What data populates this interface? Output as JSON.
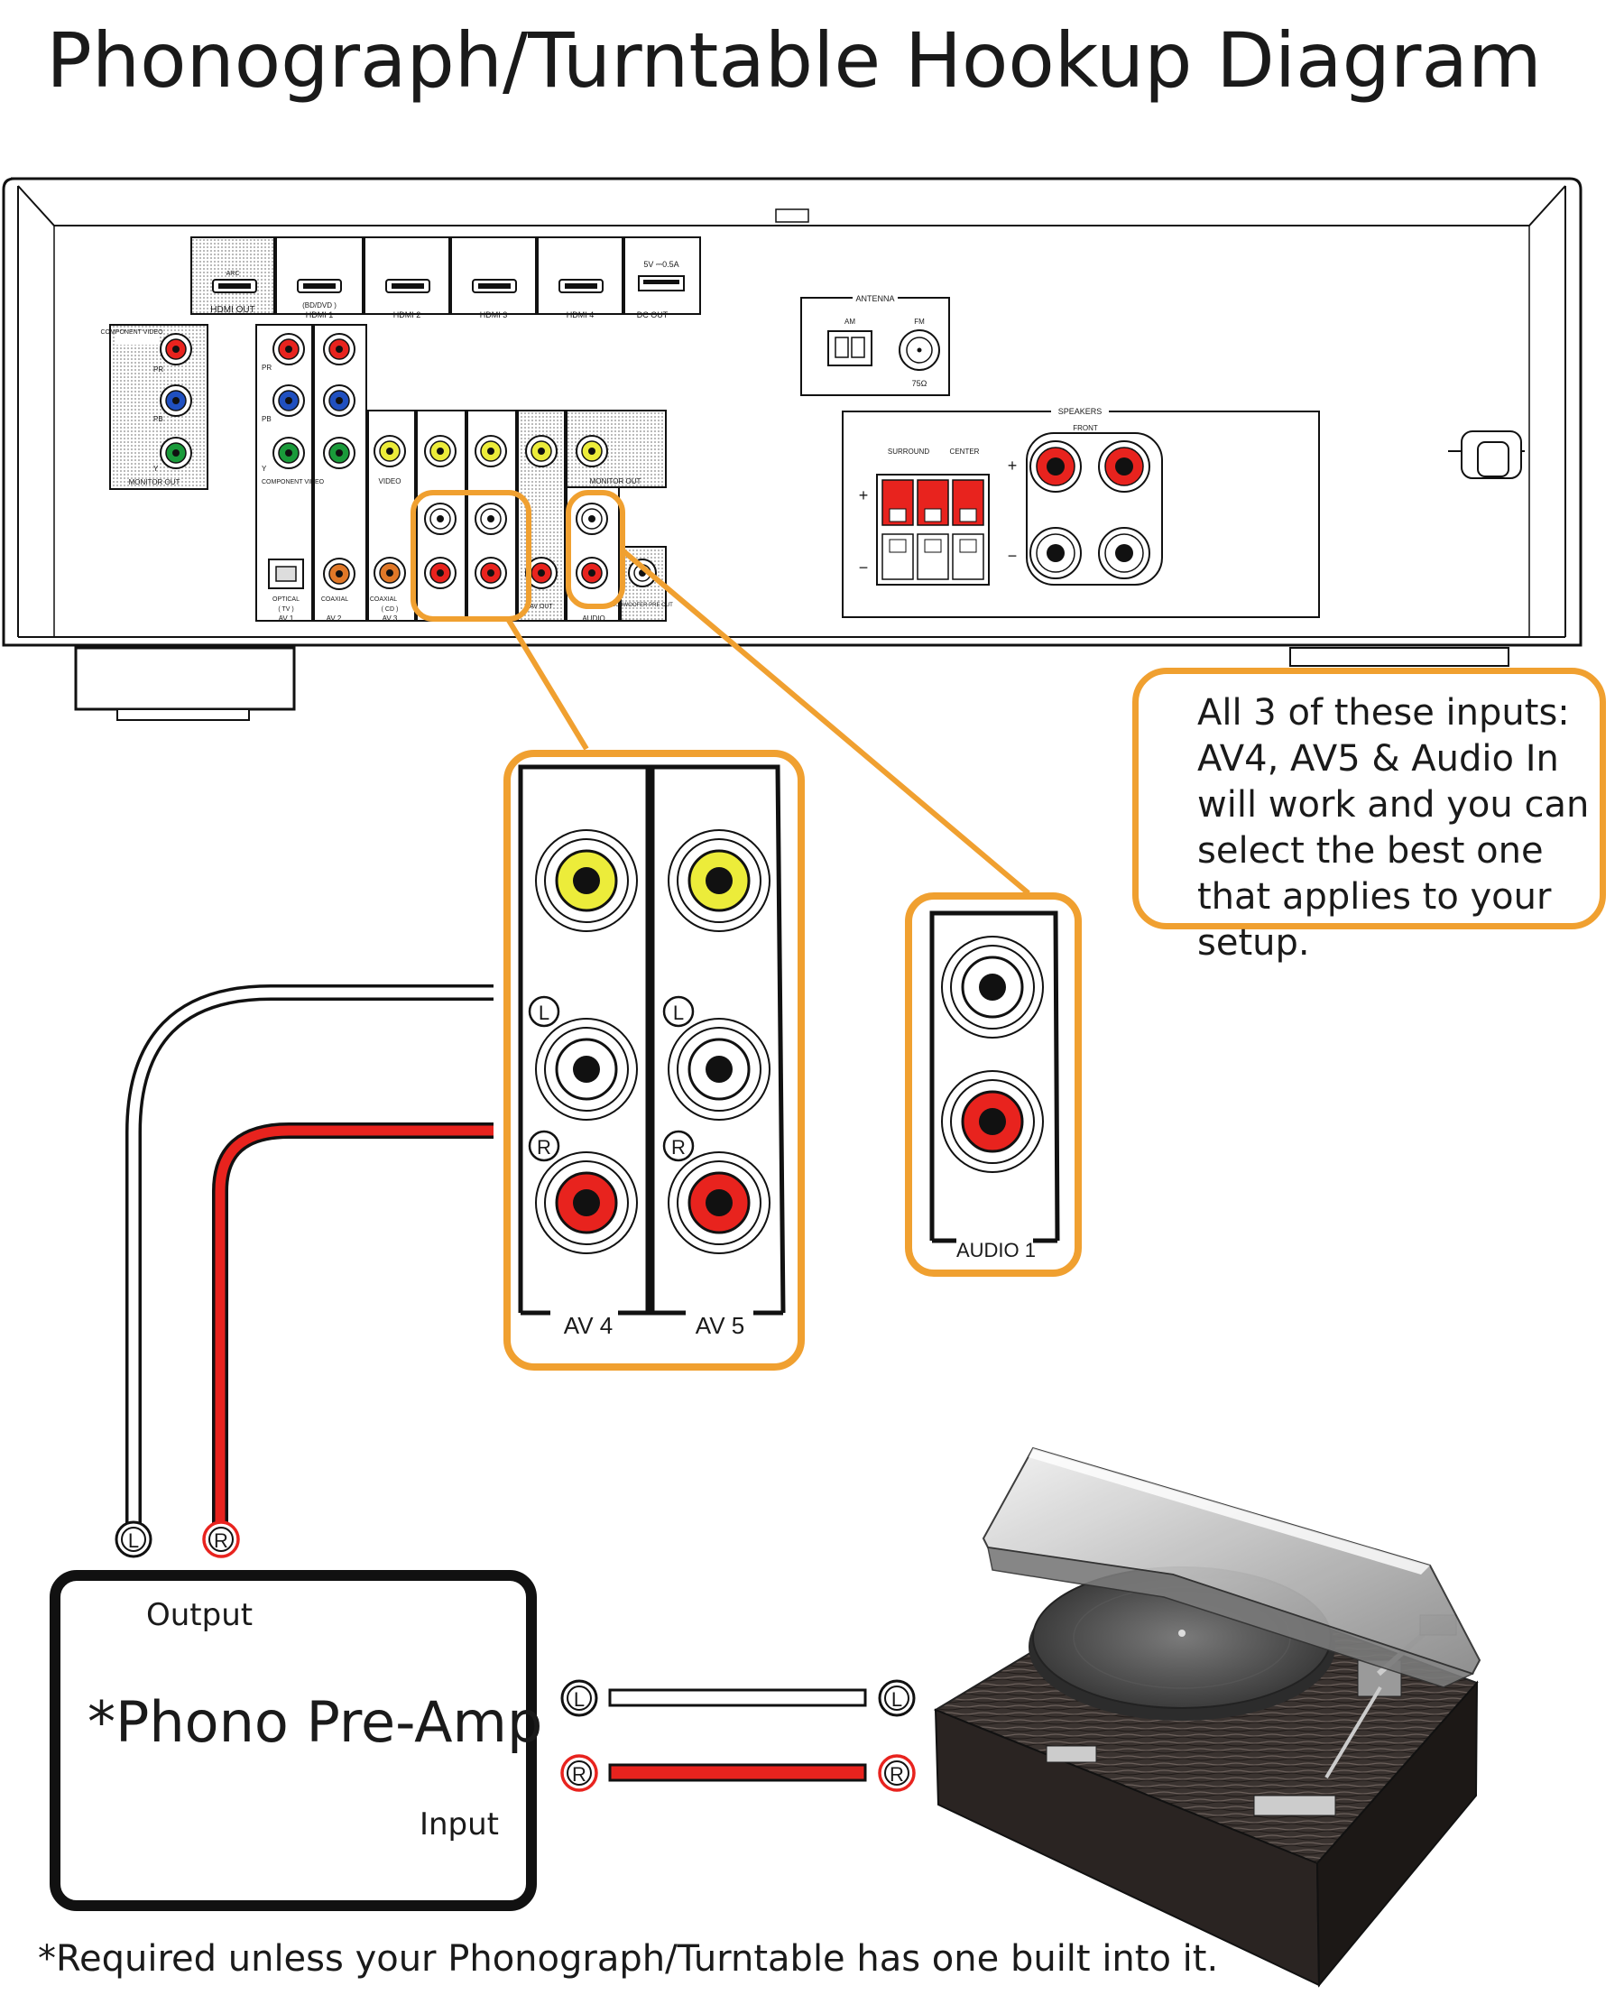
{
  "title": "Phonograph/Turntable Hookup Diagram",
  "receiver": {
    "hdmi": {
      "arc": "ARC",
      "hdmi_out": "HDMI OUT",
      "hdmi1_sub": "(BD/DVD )",
      "hdmi1": "HDMI 1",
      "hdmi2": "HDMI 2",
      "hdmi3": "HDMI 3",
      "hdmi4": "HDMI 4",
      "usb_rating": "5V ⎓0.5A",
      "dc_out": "DC OUT"
    },
    "component_video": "COMPONENT VIDEO",
    "component_video_in": "COMPONENT VIDEO",
    "monitor_out": "MONITOR OUT",
    "pr": "PR",
    "pb": "PB",
    "y": "Y",
    "video": "VIDEO",
    "optical": "OPTICAL",
    "coaxial": "COAXIAL",
    "tv": "( TV )",
    "cd": "( CD )",
    "av1": "AV 1",
    "av2": "AV 2",
    "av3": "AV 3",
    "av_out": "AV OUT",
    "audio": "AUDIO",
    "subwoofer": "SUBWOOFER PRE OUT",
    "antenna": "ANTENNA",
    "am": "AM",
    "fm": "FM",
    "ohm": "75Ω",
    "speakers": "SPEAKERS",
    "surround": "SURROUND",
    "center": "CENTER",
    "front": "FRONT",
    "plus": "+",
    "minus": "−"
  },
  "zoom": {
    "av4": "AV 4",
    "av5": "AV 5",
    "audio1": "AUDIO 1",
    "left": "L",
    "right": "R"
  },
  "note": "All 3 of these inputs: AV4, AV5 & Audio In will work and you can select the best one that applies to your setup.",
  "preamp": {
    "output": "Output",
    "name": "*Phono Pre-Amp",
    "input": "Input"
  },
  "connectors": {
    "left": "L",
    "right": "R"
  },
  "footnote": "*Required unless your Phonograph/Turntable has one built into it.",
  "colors": {
    "highlight": "#f0a030",
    "rca_red": "#e8231e",
    "rca_white": "#ffffff",
    "video_yellow": "#ecec3a",
    "component_green": "#1a9a3a",
    "component_blue": "#2050c0",
    "coax_orange": "#e07828"
  }
}
